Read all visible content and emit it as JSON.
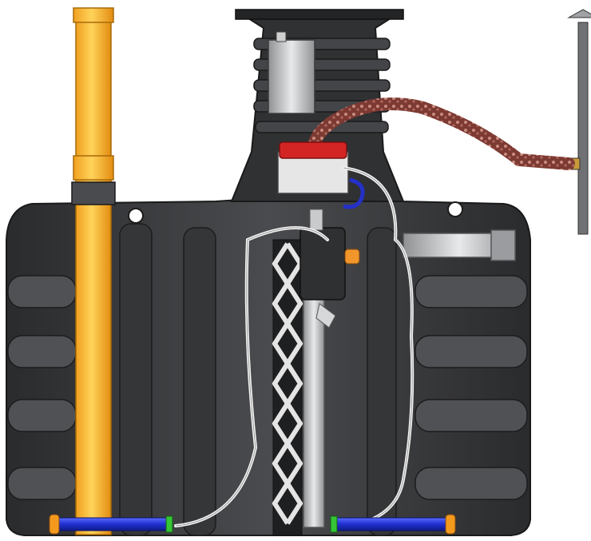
{
  "diagram": {
    "components": [
      {
        "id": "tank",
        "kind": "underground-tank",
        "color": "#3a3b3d"
      },
      {
        "id": "inlet-riser",
        "kind": "riser-pipe",
        "color": "#f5a21b"
      },
      {
        "id": "manhole",
        "kind": "dome-shaft",
        "color": "#2f3032"
      },
      {
        "id": "control-box",
        "kind": "control-housing",
        "color": "#bcbec2"
      },
      {
        "id": "pump-unit",
        "kind": "pump-head",
        "accent": "#d42525"
      },
      {
        "id": "corrugated-hose",
        "kind": "armoured-hose",
        "color": "#8a3d36"
      },
      {
        "id": "vent-pipe",
        "kind": "vent-stack",
        "color": "#6f7175"
      },
      {
        "id": "filter-column",
        "kind": "lattice-filter",
        "color": "#e4e4e4"
      },
      {
        "id": "suction-pipe",
        "kind": "vertical-pipe",
        "color": "#c9cacc"
      },
      {
        "id": "bottom-bars",
        "kind": "distribution-bars",
        "color": "#2638d6",
        "cap_color": "#f39a1e",
        "joint_color": "#35c435"
      },
      {
        "id": "overflow-pipe",
        "kind": "side-pipe",
        "color": "#8e9094"
      },
      {
        "id": "white-cable",
        "kind": "cable",
        "color": "#f4f4f4"
      }
    ]
  }
}
